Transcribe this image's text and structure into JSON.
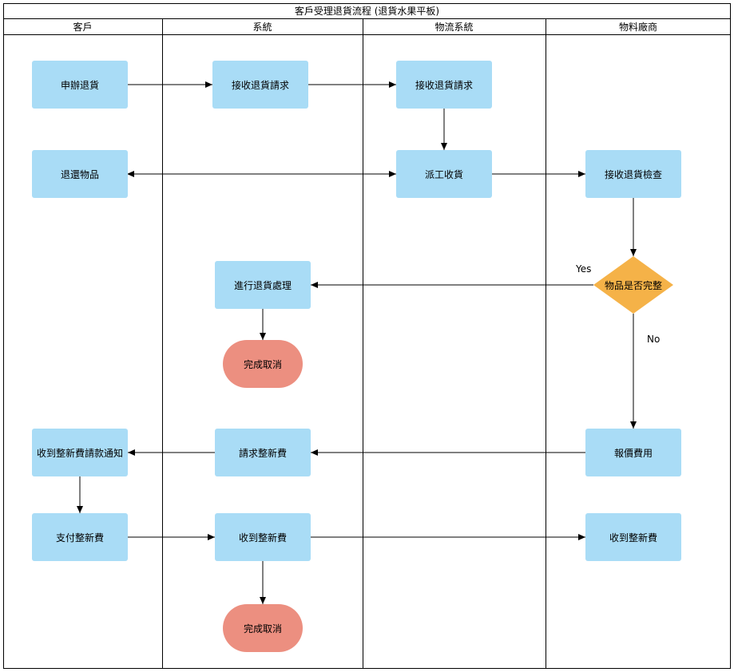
{
  "title": "客戶受理退貨流程 (退貨水果平板)",
  "lanes": [
    "客戶",
    "系統",
    "物流系統",
    "物料廠商"
  ],
  "nodes": {
    "n1": "申辦退貨",
    "n2": "接收退貨請求",
    "n3": "接收退貨請求",
    "n4": "退還物品",
    "n5": "派工收貨",
    "n6": "接收退貨檢查",
    "n7": "物品是否完整",
    "n8": "進行退貨處理",
    "n9": "完成取消",
    "n10": "收到整新費請款通知",
    "n11": "請求整新費",
    "n12": "報價費用",
    "n13": "支付整新費",
    "n14": "收到整新費",
    "n15": "收到整新費",
    "n16": "完成取消"
  },
  "edge_labels": {
    "yes": "Yes",
    "no": "No"
  },
  "colors": {
    "process": "#a9dcf6",
    "terminator": "#ec8f80",
    "decision": "#f5b248",
    "line": "#000000"
  }
}
